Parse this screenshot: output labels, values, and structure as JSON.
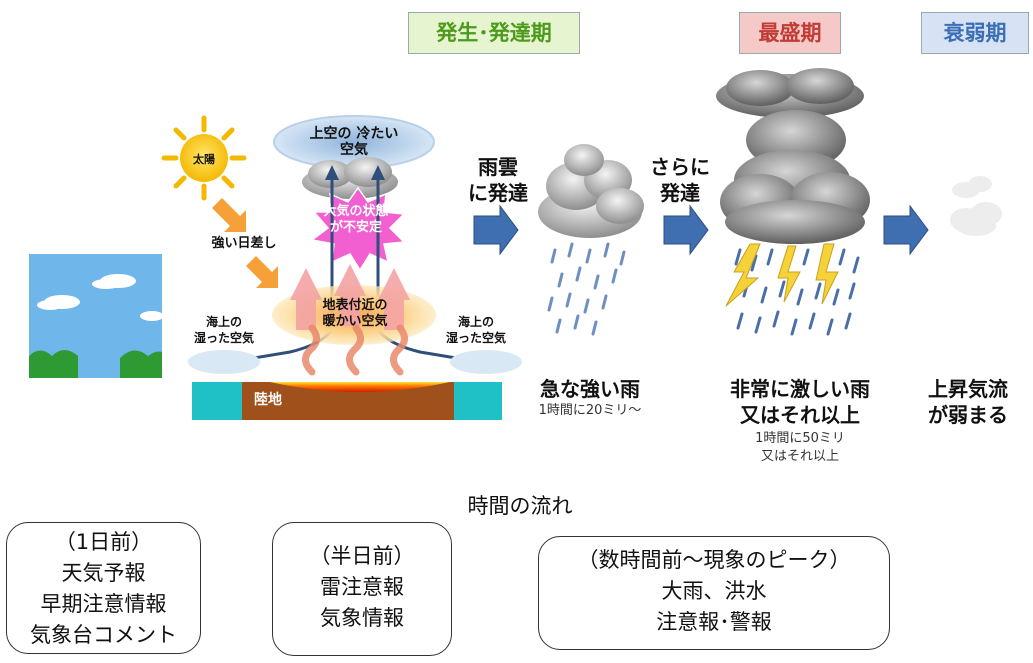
{
  "stages": {
    "development": "発生･発達期",
    "peak": "最盛期",
    "decay": "衰弱期"
  },
  "diagram_labels": {
    "upper_air": "上空の 冷たい\n空気",
    "sun": "太陽",
    "strong_sun": "強い日差し",
    "unstable": "大気の状態\nが不安定",
    "warm_air": "地表付近の\n暖かい空気",
    "sea_left": "海上の\n湿った空気",
    "sea_right": "海上の\n湿った空気",
    "land": "陸地"
  },
  "arrow_labels": {
    "rain_cloud": "雨雲\nに発達",
    "further": "さらに\n発達"
  },
  "stage_descriptions": {
    "heavy_rain": "急な強い雨",
    "heavy_rain_sub": "1時間に20ミリ～",
    "extreme_rain": "非常に激しい雨\n又はそれ以上",
    "extreme_rain_sub": "1時間に50ミリ\n又はそれ以上",
    "weakening": "上昇気流\nが弱まる"
  },
  "timeline_label": "時間の流れ",
  "info_boxes": {
    "day_before": "（1日前）\n天気予報\n早期注意情報\n気象台コメント",
    "half_day": "（半日前）\n雷注意報\n気象情報",
    "hours_before": "（数時間前～現象のピーク）\n大雨、洪水\n注意報･警報"
  },
  "colors": {
    "dev_green": "#4d9a1c",
    "peak_red": "#c23b35",
    "decay_blue": "#3a6fb5",
    "arrow_blue": "#3f6fb0",
    "sky_blue": "#6fb6ea",
    "land_brown": "#a0501a",
    "sea_teal": "#1fc1c7"
  }
}
